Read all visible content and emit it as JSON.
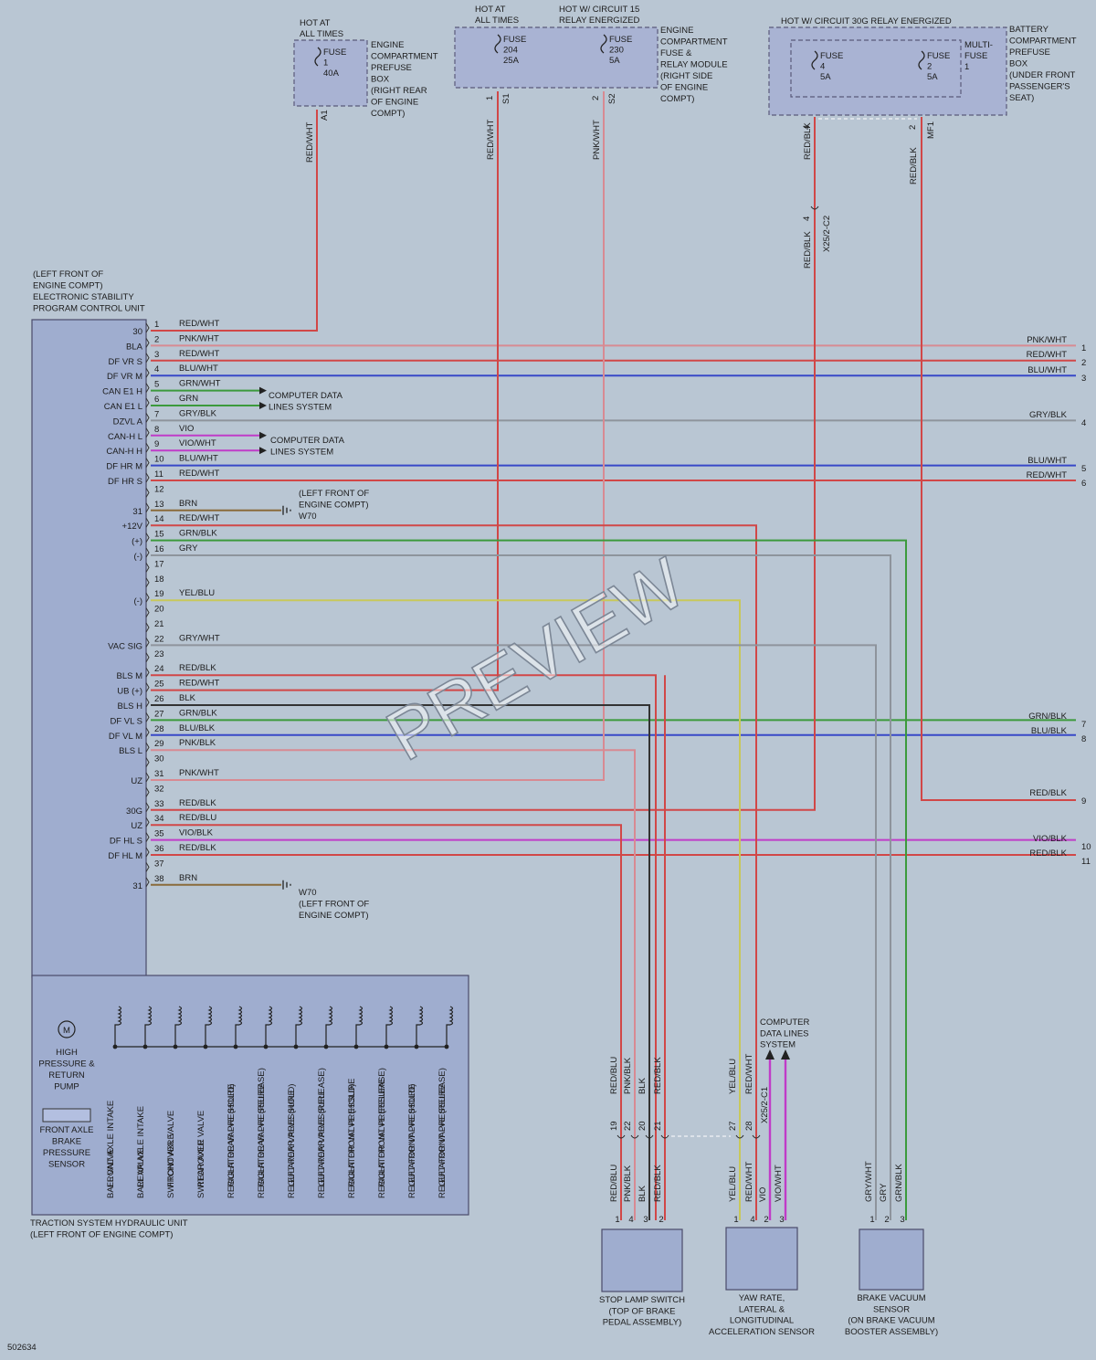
{
  "watermark": "PREVIEW",
  "figure_id": "502634",
  "colors": {
    "background": "#b9c6d3",
    "component_fill": "#9fadcf",
    "red": "#d14747",
    "pink": "#d88a92",
    "blue": "#3848c8",
    "green": "#3c9a3c",
    "gray": "#8e949c",
    "black": "#333333",
    "yellow": "#c8c85a",
    "violet": "#c03cc8",
    "brown": "#8a6a3a"
  },
  "power_sources": {
    "f1_header": [
      "HOT AT",
      "ALL TIMES"
    ],
    "f1_fuse": [
      "FUSE",
      "1",
      "40A"
    ],
    "f1_box": [
      "ENGINE",
      "COMPARTMENT",
      "PREFUSE",
      "BOX",
      "(RIGHT REAR",
      "OF ENGINE",
      "COMPT)"
    ],
    "f1_pin": "A1",
    "f1_wire": "RED/WHT",
    "f204_header": [
      "HOT AT",
      "ALL TIMES"
    ],
    "f204_fuse": [
      "FUSE",
      "204",
      "25A"
    ],
    "f204_pin": "1",
    "f204_conn": "S1",
    "f204_wire": "RED/WHT",
    "f230_header": [
      "HOT W/ CIRCUIT 15",
      "RELAY ENERGIZED"
    ],
    "f230_fuse": [
      "FUSE",
      "230",
      "5A"
    ],
    "f230_pin": "2",
    "f230_conn": "S2",
    "f230_wire": "PNK/WHT",
    "relay_box": [
      "ENGINE",
      "COMPARTMENT",
      "FUSE &",
      "RELAY MODULE",
      "(RIGHT SIDE",
      "OF ENGINE",
      "COMPT)"
    ],
    "c30g_header": "HOT W/ CIRCUIT 30G RELAY ENERGIZED",
    "f4_fuse": [
      "FUSE",
      "4",
      "5A"
    ],
    "f2_fuse": [
      "FUSE",
      "2",
      "5A"
    ],
    "multifuse": [
      "MULTI-",
      "FUSE",
      "1"
    ],
    "battery_box": [
      "BATTERY",
      "COMPARTMENT",
      "PREFUSE",
      "BOX",
      "(UNDER FRONT",
      "PASSENGER'S",
      "SEAT)"
    ],
    "f4_pin": "4",
    "f4_wire": "RED/BLK",
    "f4_conn_pin": "4",
    "f4_conn_wire": "RED/BLK",
    "f4_conn": "X25/2-C2",
    "f2_pin": "2",
    "f2_wire": "RED/BLK",
    "f2_conn": "MF1"
  },
  "esp": {
    "title": [
      "(LEFT FRONT OF",
      "ENGINE COMPT)",
      "ELECTRONIC STABILITY",
      "PROGRAM CONTROL UNIT"
    ],
    "pins": [
      {
        "n": "1",
        "label": "30",
        "wire": "RED/WHT"
      },
      {
        "n": "2",
        "label": "BLA",
        "wire": "PNK/WHT"
      },
      {
        "n": "3",
        "label": "DF VR S",
        "wire": "RED/WHT"
      },
      {
        "n": "4",
        "label": "DF VR M",
        "wire": "BLU/WHT"
      },
      {
        "n": "5",
        "label": "CAN E1 H",
        "wire": "GRN/WHT"
      },
      {
        "n": "6",
        "label": "CAN E1 L",
        "wire": "GRN"
      },
      {
        "n": "7",
        "label": "DZVL A",
        "wire": "GRY/BLK"
      },
      {
        "n": "8",
        "label": "CAN-H L",
        "wire": "VIO"
      },
      {
        "n": "9",
        "label": "CAN-H H",
        "wire": "VIO/WHT"
      },
      {
        "n": "10",
        "label": "DF HR M",
        "wire": "BLU/WHT"
      },
      {
        "n": "11",
        "label": "DF HR S",
        "wire": "RED/WHT"
      },
      {
        "n": "12",
        "label": "",
        "wire": ""
      },
      {
        "n": "13",
        "label": "31",
        "wire": "BRN"
      },
      {
        "n": "14",
        "label": "+12V",
        "wire": "RED/WHT"
      },
      {
        "n": "15",
        "label": "(+)",
        "wire": "GRN/BLK"
      },
      {
        "n": "16",
        "label": "(-)",
        "wire": "GRY"
      },
      {
        "n": "17",
        "label": "",
        "wire": ""
      },
      {
        "n": "18",
        "label": "",
        "wire": ""
      },
      {
        "n": "19",
        "label": "(-)",
        "wire": "YEL/BLU"
      },
      {
        "n": "20",
        "label": "",
        "wire": ""
      },
      {
        "n": "21",
        "label": "",
        "wire": ""
      },
      {
        "n": "22",
        "label": "VAC SIG",
        "wire": "GRY/WHT"
      },
      {
        "n": "23",
        "label": "",
        "wire": ""
      },
      {
        "n": "24",
        "label": "BLS M",
        "wire": "RED/BLK"
      },
      {
        "n": "25",
        "label": "UB (+)",
        "wire": "RED/WHT"
      },
      {
        "n": "26",
        "label": "BLS H",
        "wire": "BLK"
      },
      {
        "n": "27",
        "label": "DF VL S",
        "wire": "GRN/BLK"
      },
      {
        "n": "28",
        "label": "DF VL M",
        "wire": "BLU/BLK"
      },
      {
        "n": "29",
        "label": "BLS L",
        "wire": "PNK/BLK"
      },
      {
        "n": "30",
        "label": "",
        "wire": ""
      },
      {
        "n": "31",
        "label": "UZ",
        "wire": "PNK/WHT"
      },
      {
        "n": "32",
        "label": "",
        "wire": ""
      },
      {
        "n": "33",
        "label": "30G",
        "wire": "RED/BLK"
      },
      {
        "n": "34",
        "label": "UZ",
        "wire": "RED/BLU"
      },
      {
        "n": "35",
        "label": "DF HL S",
        "wire": "VIO/BLK"
      },
      {
        "n": "36",
        "label": "DF HL M",
        "wire": "RED/BLK"
      },
      {
        "n": "37",
        "label": "",
        "wire": ""
      },
      {
        "n": "38",
        "label": "31",
        "wire": "BRN"
      }
    ],
    "cdl_label": [
      "COMPUTER DATA",
      "LINES SYSTEM"
    ],
    "w70_top": [
      "(LEFT FRONT OF",
      "ENGINE COMPT)",
      "W70"
    ],
    "w70_bottom": [
      "W70",
      "(LEFT FRONT OF",
      "ENGINE COMPT)"
    ]
  },
  "right_outputs": [
    {
      "n": "1",
      "wire": "PNK/WHT"
    },
    {
      "n": "2",
      "wire": "RED/WHT"
    },
    {
      "n": "3",
      "wire": "BLU/WHT"
    },
    {
      "n": "4",
      "wire": "GRY/BLK"
    },
    {
      "n": "5",
      "wire": "BLU/WHT"
    },
    {
      "n": "6",
      "wire": "RED/WHT"
    },
    {
      "n": "7",
      "wire": "GRN/BLK"
    },
    {
      "n": "8",
      "wire": "BLU/BLK"
    },
    {
      "n": "9",
      "wire": "RED/BLK"
    },
    {
      "n": "10",
      "wire": "VIO/BLK"
    },
    {
      "n": "11",
      "wire": "RED/BLK"
    }
  ],
  "hydraulic_unit": {
    "title": [
      "TRACTION SYSTEM HYDRAULIC UNIT",
      "(LEFT FRONT OF ENGINE COMPT)"
    ],
    "motor_symbol": "M",
    "pump": [
      "HIGH",
      "PRESSURE &",
      "RETURN",
      "PUMP"
    ],
    "sensor": [
      "FRONT AXLE",
      "BRAKE",
      "PRESSURE",
      "SENSOR"
    ],
    "valves": [
      [
        "FRONT AXLE INTAKE",
        "BALL VALVE"
      ],
      [
        "REAR AXLE INTAKE",
        "BALL VALVE"
      ],
      [
        "FRONT AXLE",
        "SWITCHOVER VALVE"
      ],
      [
        "REAR AXLE",
        "SWITCHOVER VALVE"
      ],
      [
        "RIGHT REAR PRESSURE",
        "REGULATOR VALVE (HOLD)"
      ],
      [
        "RIGHT REAR PRESSURE",
        "REGULATOR VALVE (RELEASE)"
      ],
      [
        "LEFT REAR PRESSURE",
        "REGULATOR VALVE (HOLD)"
      ],
      [
        "LEFT REAR PRESSURE",
        "REGULATOR VALVE (RELEASE)"
      ],
      [
        "RIGHT FRONT PRESSURE",
        "REGULATOR VALVE (HOLD)"
      ],
      [
        "RIGHT FRONT PRESSURE",
        "REGULATOR VALVE (RELEASE)"
      ],
      [
        "LEFT FRONT PRESSURE",
        "REGULATOR VALVE (HOLD)"
      ],
      [
        "LEFT FRONT PRESSURE",
        "REGULATOR VALVE (RELEASE)"
      ]
    ]
  },
  "bottom_components": {
    "stop_lamp": {
      "label": [
        "STOP LAMP SWITCH",
        "(TOP OF BRAKE",
        "PEDAL ASSEMBLY)"
      ],
      "wires_top": [
        "RED/BLU",
        "PNK/BLK",
        "BLK",
        "RED/BLK"
      ],
      "conn_pins": [
        "19",
        "22",
        "20",
        "21"
      ],
      "wires_bottom": [
        "RED/BLU",
        "PNK/BLK",
        "BLK",
        "RED/BLK"
      ],
      "pins": [
        "1",
        "4",
        "3",
        "2"
      ]
    },
    "yaw": {
      "label": [
        "YAW RATE,",
        "LATERAL &",
        "LONGITUDINAL",
        "ACCELERATION SENSOR"
      ],
      "cdl": [
        "COMPUTER",
        "DATA LINES",
        "SYSTEM"
      ],
      "wires_top": [
        "YEL/BLU",
        "RED/WHT"
      ],
      "conn_pins": [
        "27",
        "28"
      ],
      "conn": "X25/2-C1",
      "wires_bottom": [
        "YEL/BLU",
        "RED/WHT",
        "VIO",
        "VIO/WHT"
      ],
      "pins": [
        "1",
        "4",
        "2",
        "3"
      ]
    },
    "vacuum": {
      "label": [
        "BRAKE VACUUM",
        "SENSOR",
        "(ON BRAKE VACUUM",
        "BOOSTER ASSEMBLY)"
      ],
      "wires": [
        "GRY/WHT",
        "GRY",
        "GRN/BLK"
      ],
      "pins": [
        "1",
        "2",
        "3"
      ]
    }
  }
}
